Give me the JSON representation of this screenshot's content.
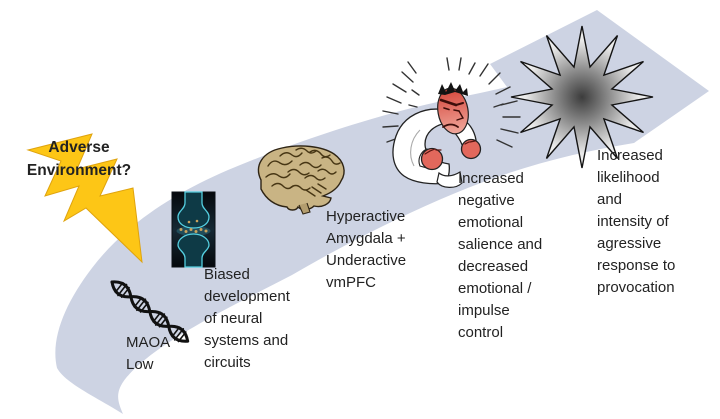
{
  "diagram_title": "",
  "colors": {
    "arrow_fill": "#cdd3e3",
    "bolt_fill": "#fdc616",
    "bolt_edge": "#dfa30e",
    "text": "#222222",
    "face_red": "#de604f",
    "fist_red": "#e2685c",
    "synapse_glow": "#54cfe0",
    "brain_tan": "#c9b484",
    "outline_black": "#1a1a1a"
  },
  "stages": [
    {
      "id": "adverse-environment",
      "icon": "lightning-bolt-icon",
      "label": "Adverse\nEnvironment?"
    },
    {
      "id": "maoa-low",
      "icon": "dna-helix-icon",
      "label": "MAOA\nLow"
    },
    {
      "id": "neural-development",
      "icon": "synapse-image",
      "label": "Biased\ndevelopment\nof neural\nsystems and\ncircuits"
    },
    {
      "id": "brain-activity",
      "icon": "brain-icon",
      "label": "Hyperactive\nAmygdala +\nUnderactive\nvmPFC"
    },
    {
      "id": "emotional-control",
      "icon": "angry-person-icon",
      "label": "Increased\nnegative\nemotional\nsalience and\ndecreased\nemotional /\nimpulse\ncontrol"
    },
    {
      "id": "aggressive-outcome",
      "icon": "starburst-icon",
      "label": "Increased\nlikelihood\nand\nintensity of\nagressive\nresponse to\nprovocation"
    }
  ]
}
